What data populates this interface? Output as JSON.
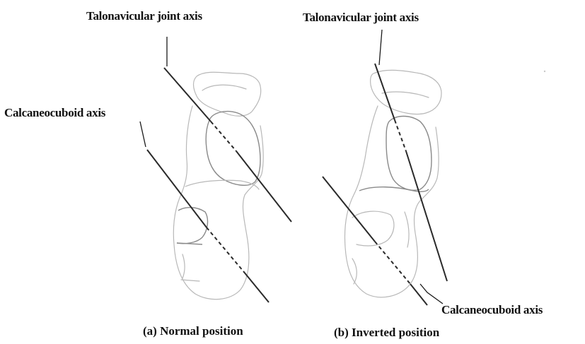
{
  "labels": {
    "left_talonavicular": "Talonavicular joint axis",
    "left_calcaneocuboid": "Calcaneocuboid  axis",
    "right_talonavicular": "Talonavicular joint axis",
    "right_calcaneocuboid": "Calcaneocuboid  axis"
  },
  "captions": {
    "normal": "(a) Normal position",
    "inverted": "(b) Inverted position"
  },
  "colors": {
    "axis": "#2a2a2a",
    "bone_outline": "#b8b8b8",
    "text": "#111111"
  }
}
